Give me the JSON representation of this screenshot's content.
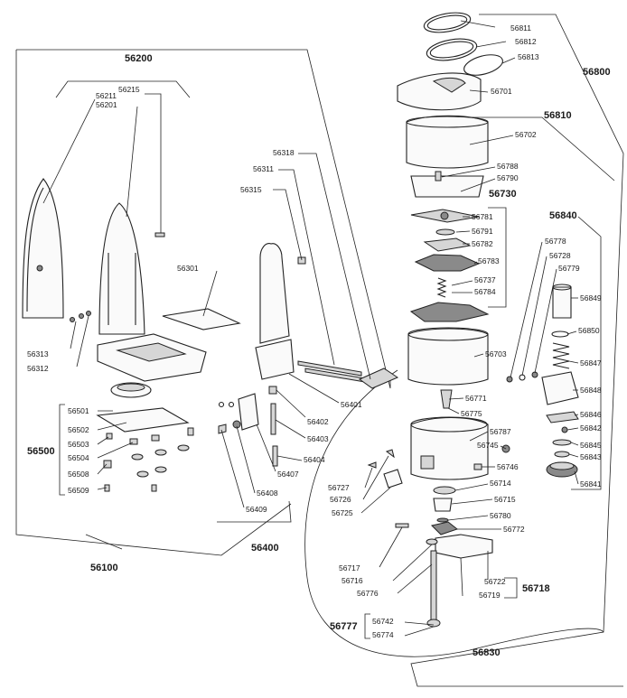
{
  "groups": {
    "g56200": "56200",
    "g56800": "56800",
    "g56810": "56810",
    "g56730": "56730",
    "g56840": "56840",
    "g56500": "56500",
    "g56100": "56100",
    "g56400": "56400",
    "g56718": "56718",
    "g56777": "56777",
    "g56830": "56830"
  },
  "parts": {
    "p56811": "56811",
    "p56812": "56812",
    "p56813": "56813",
    "p56701": "56701",
    "p56702": "56702",
    "p56788": "56788",
    "p56790": "56790",
    "p56781": "56781",
    "p56791": "56791",
    "p56782": "56782",
    "p56783": "56783",
    "p56737": "56737",
    "p56784": "56784",
    "p56703": "56703",
    "p56771": "56771",
    "p56775": "56775",
    "p56787": "56787",
    "p56745": "56745",
    "p56746": "56746",
    "p56714": "56714",
    "p56715": "56715",
    "p56780": "56780",
    "p56772": "56772",
    "p56722": "56722",
    "p56719": "56719",
    "p56717": "56717",
    "p56716": "56716",
    "p56776": "56776",
    "p56742": "56742",
    "p56774": "56774",
    "p56727": "56727",
    "p56726": "56726",
    "p56725": "56725",
    "p56778": "56778",
    "p56728": "56728",
    "p56779": "56779",
    "p56849": "56849",
    "p56850": "56850",
    "p56847": "56847",
    "p56848": "56848",
    "p56846": "56846",
    "p56842": "56842",
    "p56845": "56845",
    "p56843": "56843",
    "p56841": "56841",
    "p56211": "56211",
    "p56215": "56215",
    "p56201": "56201",
    "p56313": "56313",
    "p56312": "56312",
    "p56301": "56301",
    "p56318": "56318",
    "p56311": "56311",
    "p56315": "56315",
    "p56401": "56401",
    "p56402": "56402",
    "p56403": "56403",
    "p56404": "56404",
    "p56407": "56407",
    "p56408": "56408",
    "p56409": "56409",
    "p56501": "56501",
    "p56502": "56502",
    "p56503": "56503",
    "p56504": "56504",
    "p56508": "56508",
    "p56509": "56509"
  }
}
